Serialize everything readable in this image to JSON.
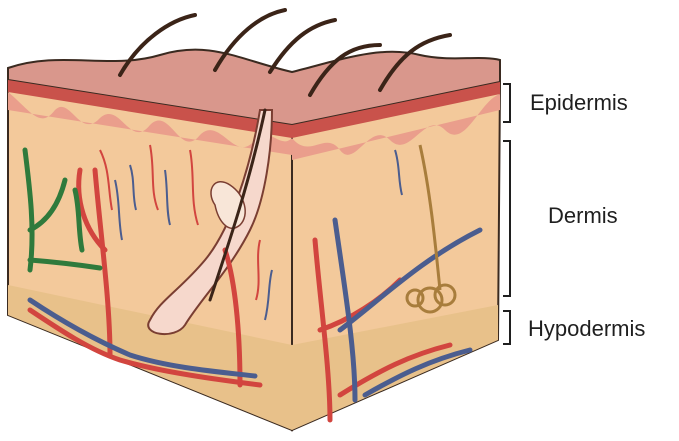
{
  "labels": {
    "epidermis": "Epidermis",
    "dermis": "Dermis",
    "hypodermis": "Hypodermis"
  },
  "colors": {
    "skin_top": "#d9978c",
    "epidermis_band": "#c9524b",
    "dermis_fill": "#f3c99b",
    "hypodermis_fill": "#e8c18a",
    "artery": "#d2453f",
    "vein": "#4b5d8f",
    "lymph": "#2f7a3c",
    "hair": "#3b2418",
    "gland": "#a87d3c"
  }
}
